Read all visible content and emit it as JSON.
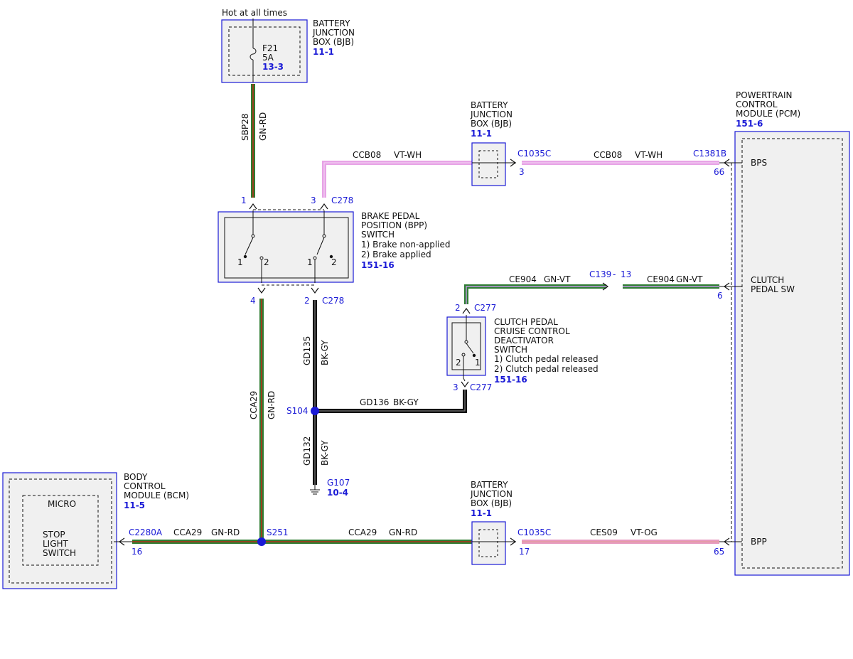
{
  "colors": {
    "module_border": "#1a1ad6",
    "module_fill": "#f0f0f0",
    "ref_blue": "#1a1ad6",
    "wire_green": "#2e7d32",
    "wire_red_tracer": "#b2321a",
    "wire_violet": "#e7a3e6",
    "wire_pink": "#e79ac0",
    "wire_black": "#111111"
  },
  "fuse": {
    "hot_label": "Hot at all times",
    "name": "F21",
    "rating": "5A",
    "ref": "13-3",
    "box_lines": [
      "BATTERY",
      "JUNCTION",
      "BOX (BJB)"
    ],
    "box_ref": "11-1"
  },
  "bpp_switch": {
    "title_lines": [
      "BRAKE PEDAL",
      "POSITION (BPP)",
      "SWITCH"
    ],
    "notes": [
      "1) Brake non-applied",
      "2) Brake applied"
    ],
    "ref": "151-16",
    "pin_labels": [
      "1",
      "2",
      "1",
      "2"
    ]
  },
  "bjb_mid": {
    "lines": [
      "BATTERY",
      "JUNCTION",
      "BOX (BJB)"
    ],
    "ref": "11-1"
  },
  "bjb_low": {
    "lines": [
      "BATTERY",
      "JUNCTION",
      "BOX (BJB)"
    ],
    "ref": "11-1"
  },
  "pcm": {
    "lines": [
      "POWERTRAIN",
      "CONTROL",
      "MODULE (PCM)"
    ],
    "ref": "151-6",
    "pins": {
      "bps": "BPS",
      "clutch_1": "CLUTCH",
      "clutch_2": "PEDAL SW",
      "bpp": "BPP"
    }
  },
  "clutch_switch": {
    "title_lines": [
      "CLUTCH PEDAL",
      "CRUISE CONTROL",
      "DEACTIVATOR",
      "SWITCH"
    ],
    "notes": [
      "1) Clutch pedal released",
      "2) Clutch pedal released"
    ],
    "ref": "151-16",
    "pin_labels": [
      "2",
      "1"
    ]
  },
  "bcm": {
    "lines": [
      "BODY",
      "CONTROL",
      "MODULE (BCM)"
    ],
    "ref": "11-5",
    "micro": "MICRO",
    "stop_lines": [
      "STOP",
      "LIGHT",
      "SWITCH"
    ]
  },
  "wires": {
    "sbp28": {
      "circuit": "SBP28",
      "color": "GN-RD"
    },
    "ccb08_a": {
      "circuit": "CCB08",
      "color": "VT-WH"
    },
    "ccb08_b": {
      "circuit": "CCB08",
      "color": "VT-WH"
    },
    "ce904_a": {
      "circuit": "CE904",
      "color": "GN-VT"
    },
    "ce904_b": {
      "circuit": "CE904",
      "color": "GN-VT"
    },
    "gd135": {
      "circuit": "GD135",
      "color": "BK-GY"
    },
    "gd136": {
      "circuit": "GD136",
      "color": "BK-GY"
    },
    "gd132": {
      "circuit": "GD132",
      "color": "BK-GY"
    },
    "cca29_v": {
      "circuit": "CCA29",
      "color": "GN-RD"
    },
    "cca29_a": {
      "circuit": "CCA29",
      "color": "GN-RD"
    },
    "cca29_b": {
      "circuit": "CCA29",
      "color": "GN-RD"
    },
    "ces09": {
      "circuit": "CES09",
      "color": "VT-OG"
    }
  },
  "connectors": {
    "c278_pin1": "1",
    "c278_pin3": "3",
    "c278_top": "C278",
    "c278_pin4": "4",
    "c278_pin2": "2",
    "c278_bottom": "C278",
    "c1035c_top": "C1035C",
    "c1035c_top_pin": "3",
    "c1381b": "C1381B",
    "pcm_pin66": "66",
    "c139": "C139",
    "c139_dash": "-",
    "c139_pin": "13",
    "pcm_pin6": "6",
    "c277_top_pin": "2",
    "c277_top": "C277",
    "c277_bot_pin": "3",
    "c277_bot": "C277",
    "s104": "S104",
    "g107": "G107",
    "g107_ref": "10-4",
    "s251": "S251",
    "c2280a": "C2280A",
    "c2280a_pin": "16",
    "c1035c_low": "C1035C",
    "c1035c_low_pin": "17",
    "pcm_pin65": "65"
  }
}
